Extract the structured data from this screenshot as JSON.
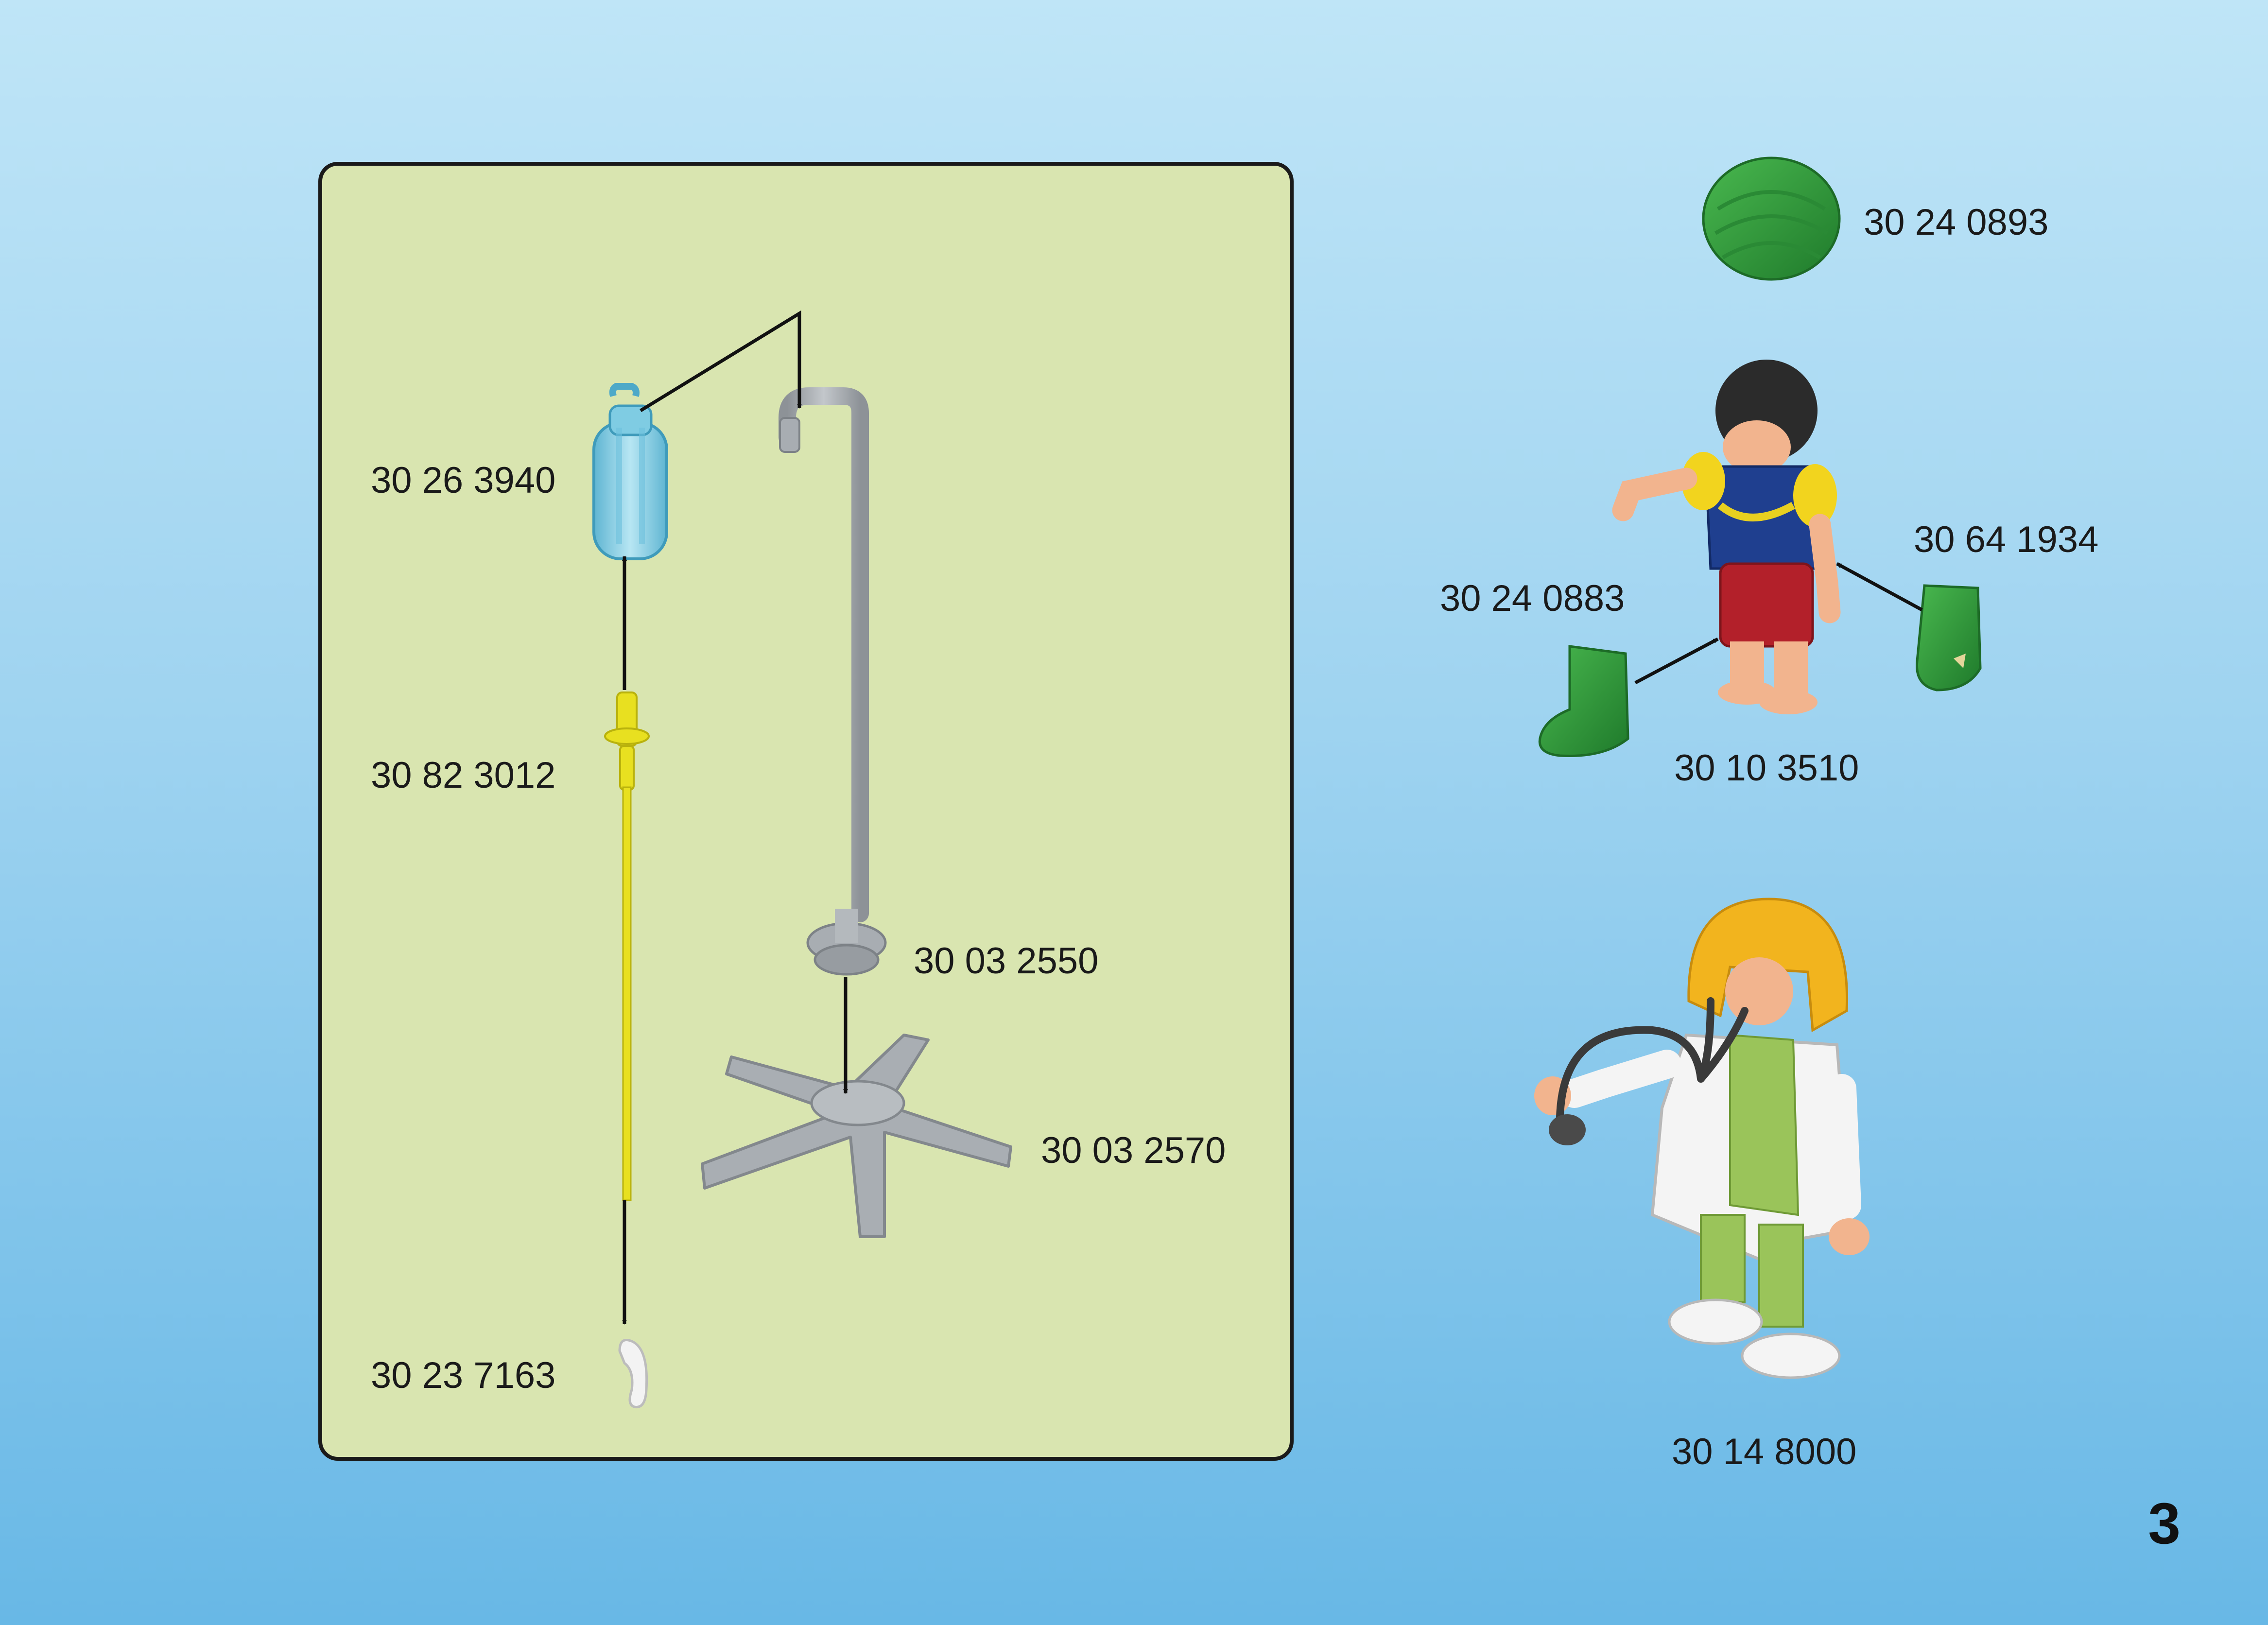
{
  "page_number": "3",
  "parts": {
    "iv_bag": "30 26 3940",
    "iv_tube": "30 82 3012",
    "iv_clip": "30 23 7163",
    "stand_pole": "30 03 2550",
    "stand_base": "30 03 2570",
    "green_hat": "30 24 0893",
    "child_figure": "30 10 3510",
    "green_boot": "30 24 0883",
    "green_sock": "30 64 1934",
    "doctor_figure": "30 14 8000"
  },
  "colors": {
    "panel_bg": "#d9e5b0",
    "iv_bag": "#8fd3e8",
    "tube_yellow": "#e8e020",
    "stand_grey": "#a8adb2",
    "green_part": "#2f9a3a"
  }
}
